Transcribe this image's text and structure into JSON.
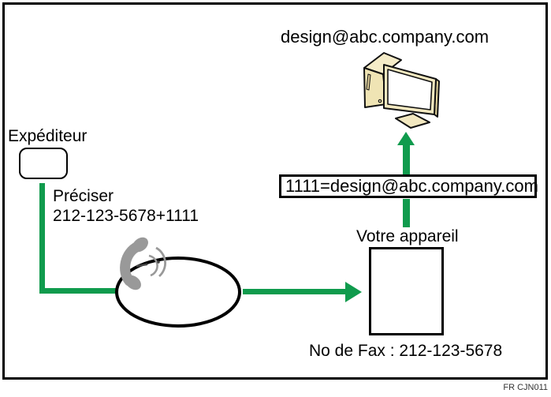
{
  "diagram": {
    "recipient_email": "design@abc.company.com",
    "routing_rule": "1111=design@abc.company.com",
    "sender": {
      "label": "Expéditeur",
      "dial_line1": "Préciser",
      "dial_line2": "212-123-5678+1111"
    },
    "machine": {
      "label": "Votre appareil",
      "fax_number": "No de Fax : 212-123-5678"
    },
    "figure_code": "FR CJN011",
    "icons": {
      "computer": "computer-icon",
      "telephone_network": "telephone-handset-icon"
    },
    "colors": {
      "arrow_green": "#109B4D",
      "device_beige": "#F2E8C0",
      "handset_gray": "#999999",
      "outline": "#000000"
    }
  }
}
